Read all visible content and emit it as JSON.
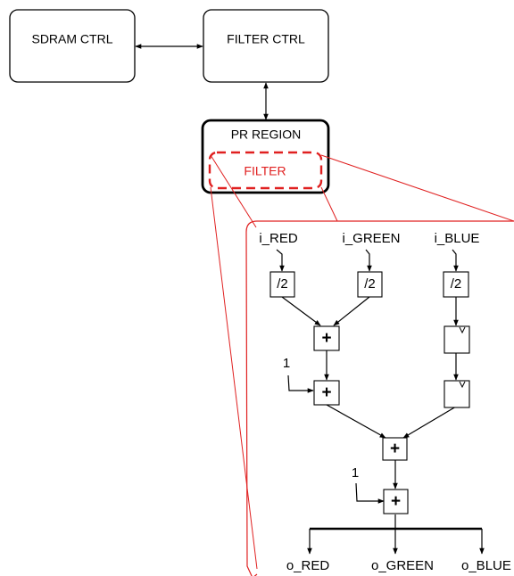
{
  "blocks": {
    "sdram_ctrl": "SDRAM CTRL",
    "filter_ctrl": "FILTER CTRL",
    "pr_region": "PR REGION",
    "filter": "FILTER"
  },
  "inputs": {
    "red": "i_RED",
    "green": "i_GREEN",
    "blue": "i_BLUE"
  },
  "operators": {
    "div2": "/2",
    "plus": "+",
    "constant_one": "1"
  },
  "outputs": {
    "red": "o_RED",
    "green": "o_GREEN",
    "blue": "o_BLUE"
  },
  "colors": {
    "black": "#000000",
    "red": "#e02020"
  }
}
